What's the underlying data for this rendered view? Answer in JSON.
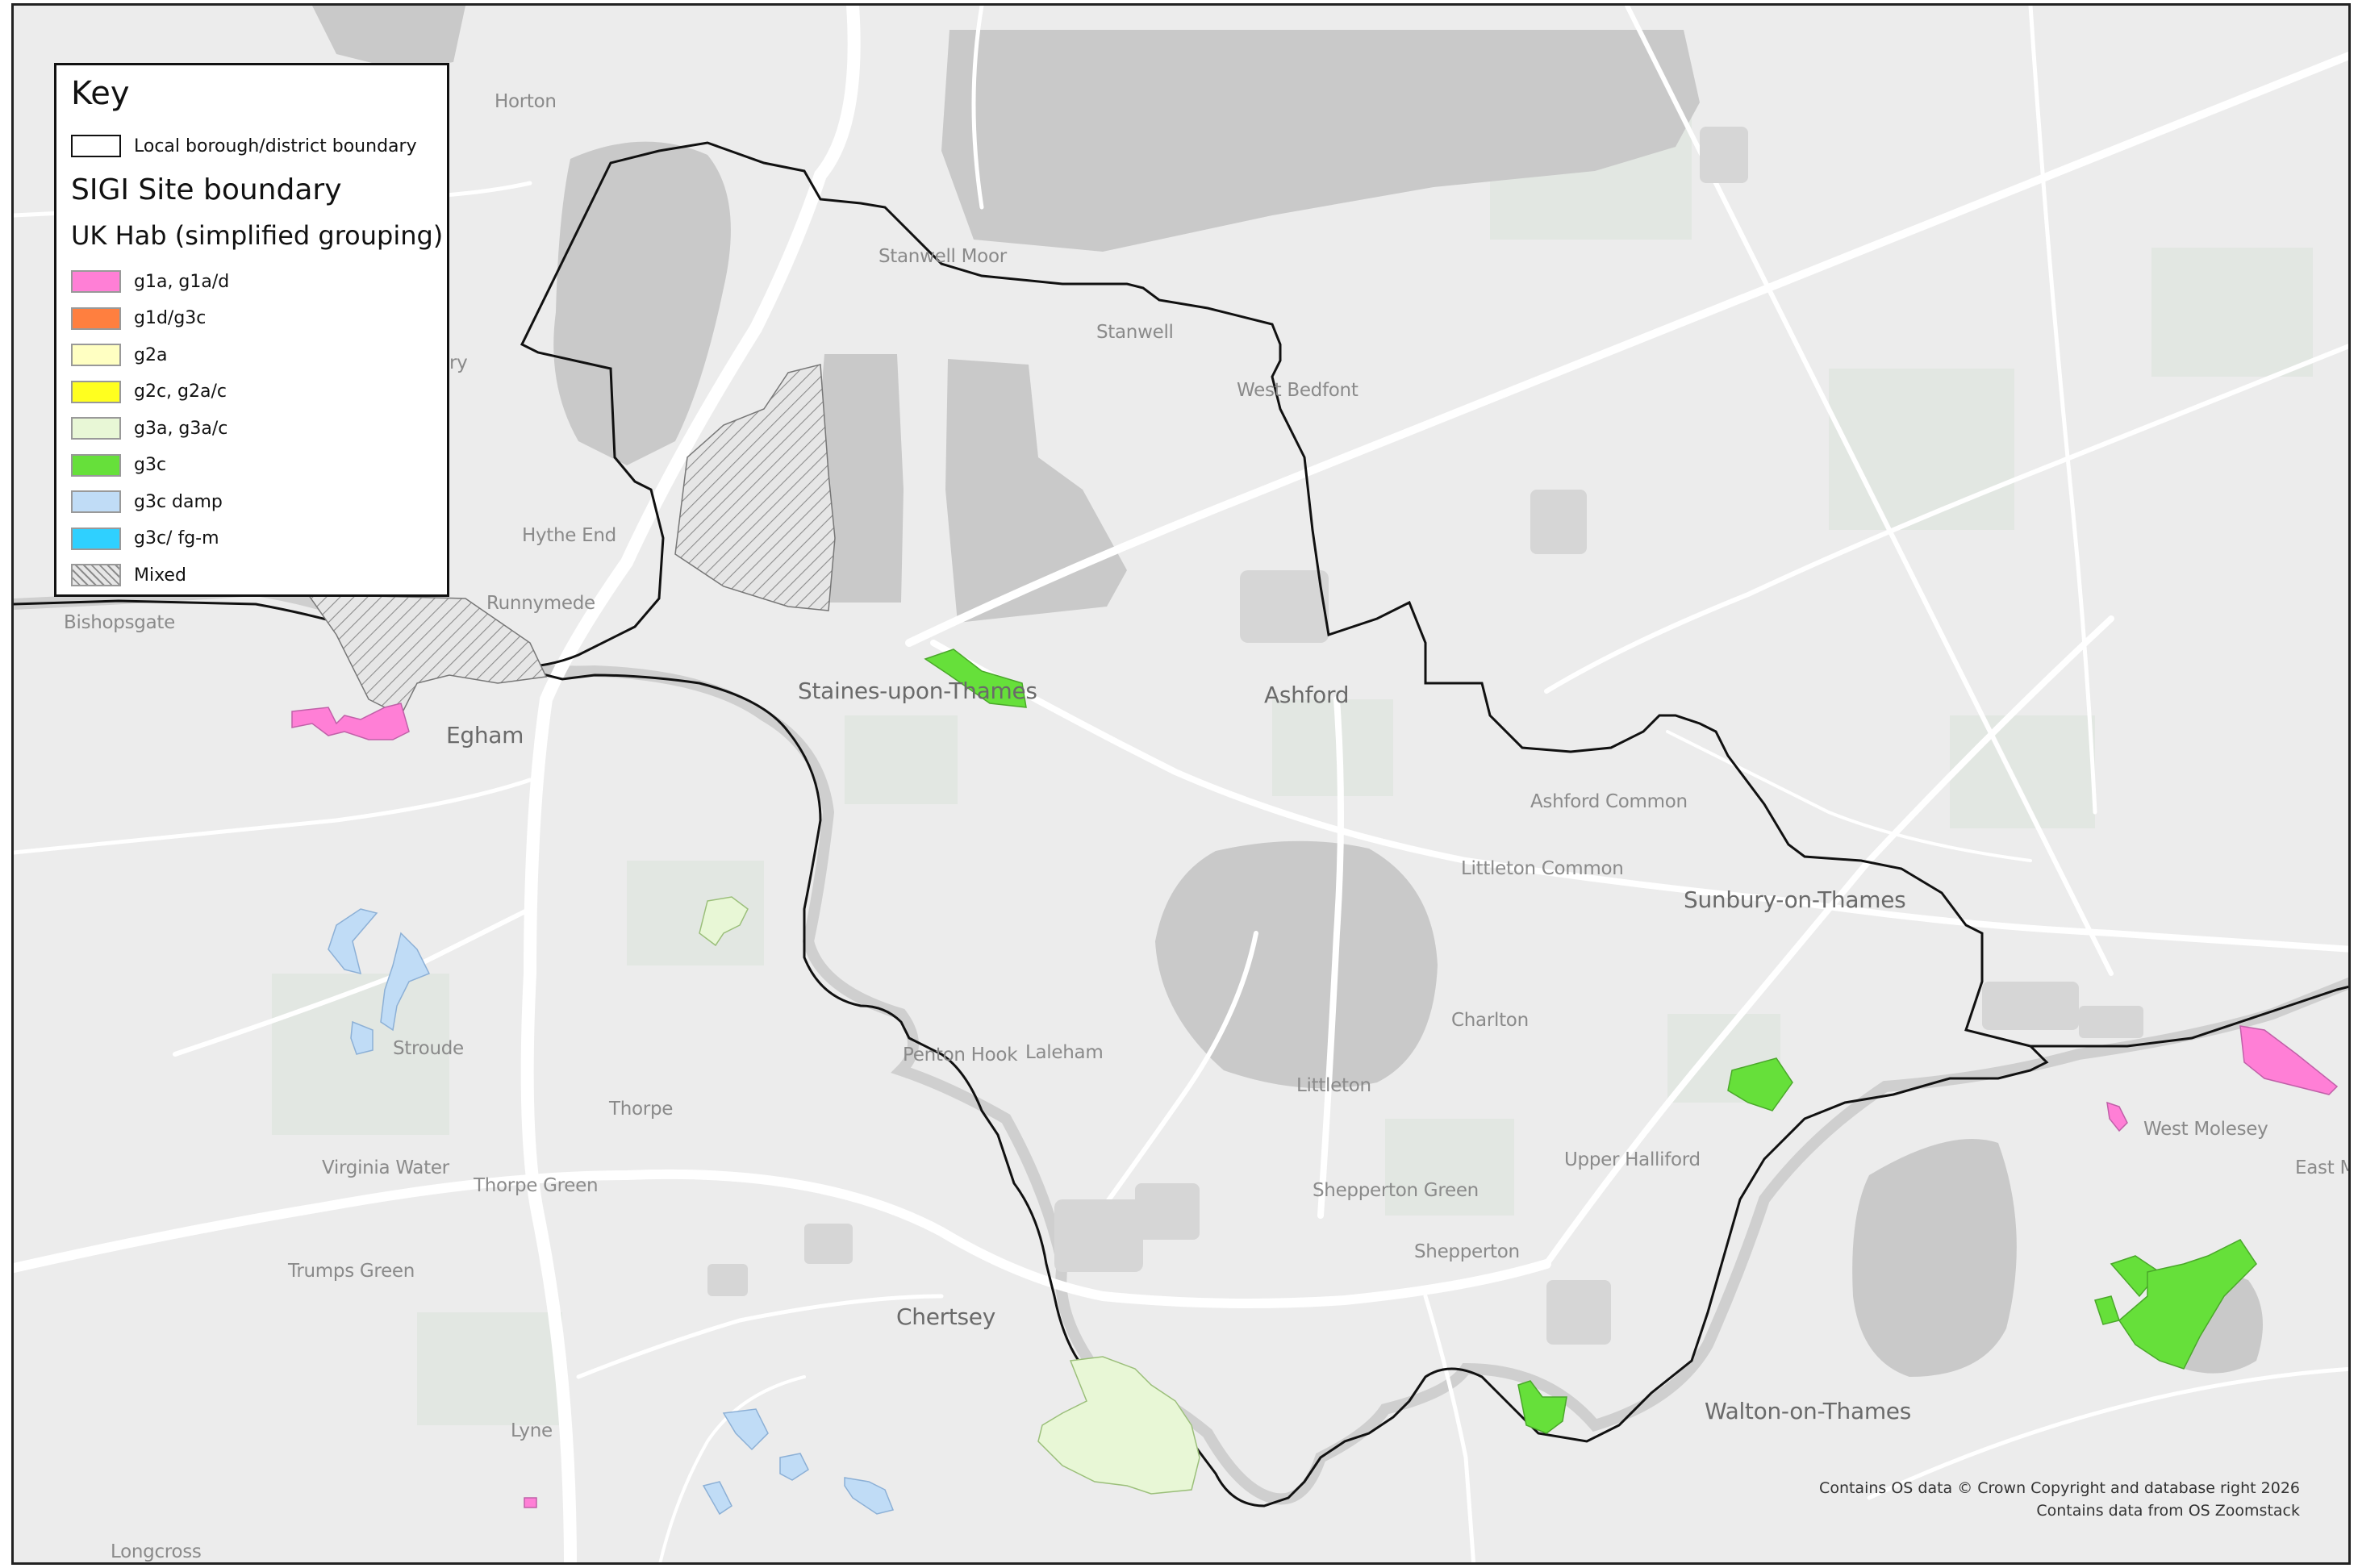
{
  "legend": {
    "title": "Key",
    "boundary_label": "Local borough/district boundary",
    "site_heading": "SIGI Site boundary",
    "hab_heading": "UK Hab (simplified grouping)",
    "items": [
      {
        "label": "g1a, g1a/d",
        "color": "#ff7fd6"
      },
      {
        "label": "g1d/g3c",
        "color": "#ff7f3f"
      },
      {
        "label": "g2a",
        "color": "#ffffc2"
      },
      {
        "label": "g2c, g2a/c",
        "color": "#ffff1f"
      },
      {
        "label": "g3a, g3a/c",
        "color": "#e8f7d6"
      },
      {
        "label": "g3c",
        "color": "#66e03a"
      },
      {
        "label": "g3c damp",
        "color": "#c0dcf6"
      },
      {
        "label": "g3c/ fg-m",
        "color": "#2fd0ff"
      },
      {
        "label": "Mixed",
        "color": "hatch"
      }
    ]
  },
  "places": {
    "horton": "Horton",
    "stanwell_moor": "Stanwell Moor",
    "stanwell": "Stanwell",
    "west_bedfont": "West Bedfont",
    "hythe_end": "Hythe End",
    "runnymede": "Runnymede",
    "bishopsgate": "Bishopsgate",
    "staines": "Staines-upon-Thames",
    "ashford": "Ashford",
    "egham": "Egham",
    "ashford_common": "Ashford Common",
    "littleton_common": "Littleton Common",
    "sunbury": "Sunbury-on-Thames",
    "charlton": "Charlton",
    "stroude": "Stroude",
    "penton_hook": "Penton Hook",
    "laleham": "Laleham",
    "littleton": "Littleton",
    "thorpe": "Thorpe",
    "upper_halliford": "Upper Halliford",
    "west_molesey": "West Molesey",
    "east_molesey": "East Mol",
    "virginia_water": "Virginia Water",
    "thorpe_green": "Thorpe Green",
    "shepperton_green": "Shepperton Green",
    "shepperton": "Shepperton",
    "trumps_green": "Trumps Green",
    "chertsey": "Chertsey",
    "walton": "Walton-on-Thames",
    "lyne": "Lyne",
    "longcross": "Longcross",
    "ry_fragment": "ry"
  },
  "credits": {
    "line1": "Contains OS data © Crown Copyright and database right 2026",
    "line2": "Contains data from OS Zoomstack"
  }
}
